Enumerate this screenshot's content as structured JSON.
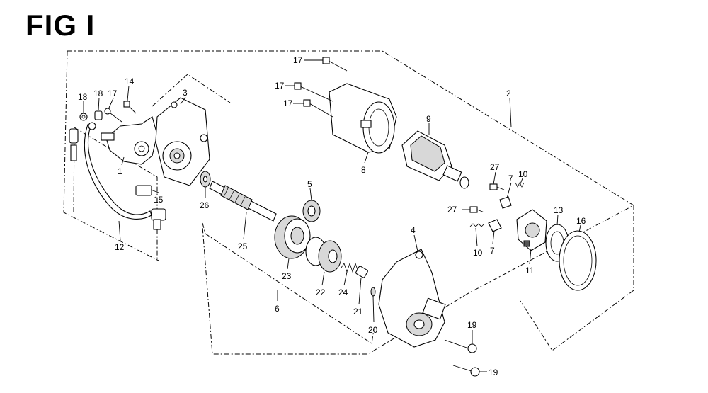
{
  "figure": {
    "title": "FIG I"
  },
  "callouts": [
    {
      "id": "c1",
      "label": "1"
    },
    {
      "id": "c2",
      "label": "2"
    },
    {
      "id": "c3",
      "label": "3"
    },
    {
      "id": "c4",
      "label": "4"
    },
    {
      "id": "c5",
      "label": "5"
    },
    {
      "id": "c6",
      "label": "6"
    },
    {
      "id": "c7a",
      "label": "7"
    },
    {
      "id": "c7b",
      "label": "7"
    },
    {
      "id": "c8",
      "label": "8"
    },
    {
      "id": "c9",
      "label": "9"
    },
    {
      "id": "c10a",
      "label": "10"
    },
    {
      "id": "c10b",
      "label": "10"
    },
    {
      "id": "c11",
      "label": "11"
    },
    {
      "id": "c12",
      "label": "12"
    },
    {
      "id": "c13",
      "label": "13"
    },
    {
      "id": "c14",
      "label": "14"
    },
    {
      "id": "c15",
      "label": "15"
    },
    {
      "id": "c16",
      "label": "16"
    },
    {
      "id": "c17a",
      "label": "17"
    },
    {
      "id": "c17b",
      "label": "17"
    },
    {
      "id": "c17c",
      "label": "17"
    },
    {
      "id": "c17d",
      "label": "17"
    },
    {
      "id": "c18a",
      "label": "18"
    },
    {
      "id": "c18b",
      "label": "18"
    },
    {
      "id": "c19a",
      "label": "19"
    },
    {
      "id": "c19b",
      "label": "19"
    },
    {
      "id": "c20",
      "label": "20"
    },
    {
      "id": "c21",
      "label": "21"
    },
    {
      "id": "c22",
      "label": "22"
    },
    {
      "id": "c23",
      "label": "23"
    },
    {
      "id": "c24",
      "label": "24"
    },
    {
      "id": "c25",
      "label": "25"
    },
    {
      "id": "c26",
      "label": "26"
    },
    {
      "id": "c27a",
      "label": "27"
    },
    {
      "id": "c27b",
      "label": "27"
    }
  ]
}
